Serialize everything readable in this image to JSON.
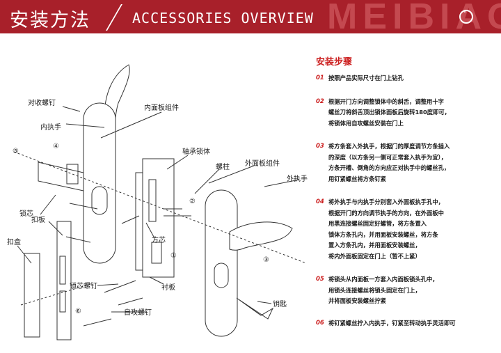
{
  "header": {
    "title_cn": "安装方法",
    "title_en": "ACCESSORIES OVERVIEW",
    "watermark": "MEIBIAO",
    "nav_icon": "chevron-down-circle-icon"
  },
  "diagram": {
    "labels": {
      "duishou_luoding": "对收螺钉",
      "nei_zhishou": "内执手",
      "neimianban": "内面板组件",
      "zhoucheng": "轴承锁体",
      "luozhu": "螺柱",
      "waimianban": "外面板组件",
      "wai_zhishou": "外执手",
      "suoxin": "锁芯",
      "kouban": "扣板",
      "kouhe": "扣盒",
      "suoxin_luoding": "锁芯螺钉",
      "fangxin": "方芯",
      "chenban": "衬板",
      "yaoshi": "钥匙",
      "zigong_luoding": "自攻螺钉"
    },
    "callouts": [
      "①",
      "②",
      "③",
      "④",
      "⑤",
      "⑥"
    ]
  },
  "steps": {
    "heading": "安装步骤",
    "items": [
      {
        "num": "01",
        "lines": [
          "按照产品实际尺寸在门上钻孔"
        ]
      },
      {
        "num": "02",
        "lines": [
          "根据开门方向调整锁体中的斜舌，调整用十字",
          "螺丝刀将斜舌顶出锁体面板后旋转180度即可，",
          "将锁体用自攻螺丝安装在门上"
        ]
      },
      {
        "num": "03",
        "lines": [
          "将方条套入外执手，根据门的厚度调节方条插入",
          "的深度（以方条另一侧可正常套入执手为宜），",
          "方条开槽、倒角的方向应正对执手中的螺丝孔，",
          "用钉紧螺丝将方条钉紧"
        ]
      },
      {
        "num": "04",
        "lines": [
          "将外执手与内执手分别套入外面板执手孔中，",
          "根据开门的方向调节执手的方向，在外面板中",
          "用黑连接螺丝固定好螺管，将方条置入",
          "锁体方条孔内，并用面板安装螺丝，将方条",
          "置入方条孔内，并用面板安装螺丝，",
          "将内外面板固定在门上（暂不上紧）"
        ]
      },
      {
        "num": "05",
        "lines": [
          "将锁头从内面板一方套入内面板锁头孔中，",
          "用锁头连接螺丝将锁头固定在门上，",
          "并将面板安装螺丝拧紧"
        ]
      },
      {
        "num": "06",
        "lines": [
          "将钉紧螺丝拧入内执手，钉紧至转动执手灵活即可"
        ]
      }
    ]
  }
}
